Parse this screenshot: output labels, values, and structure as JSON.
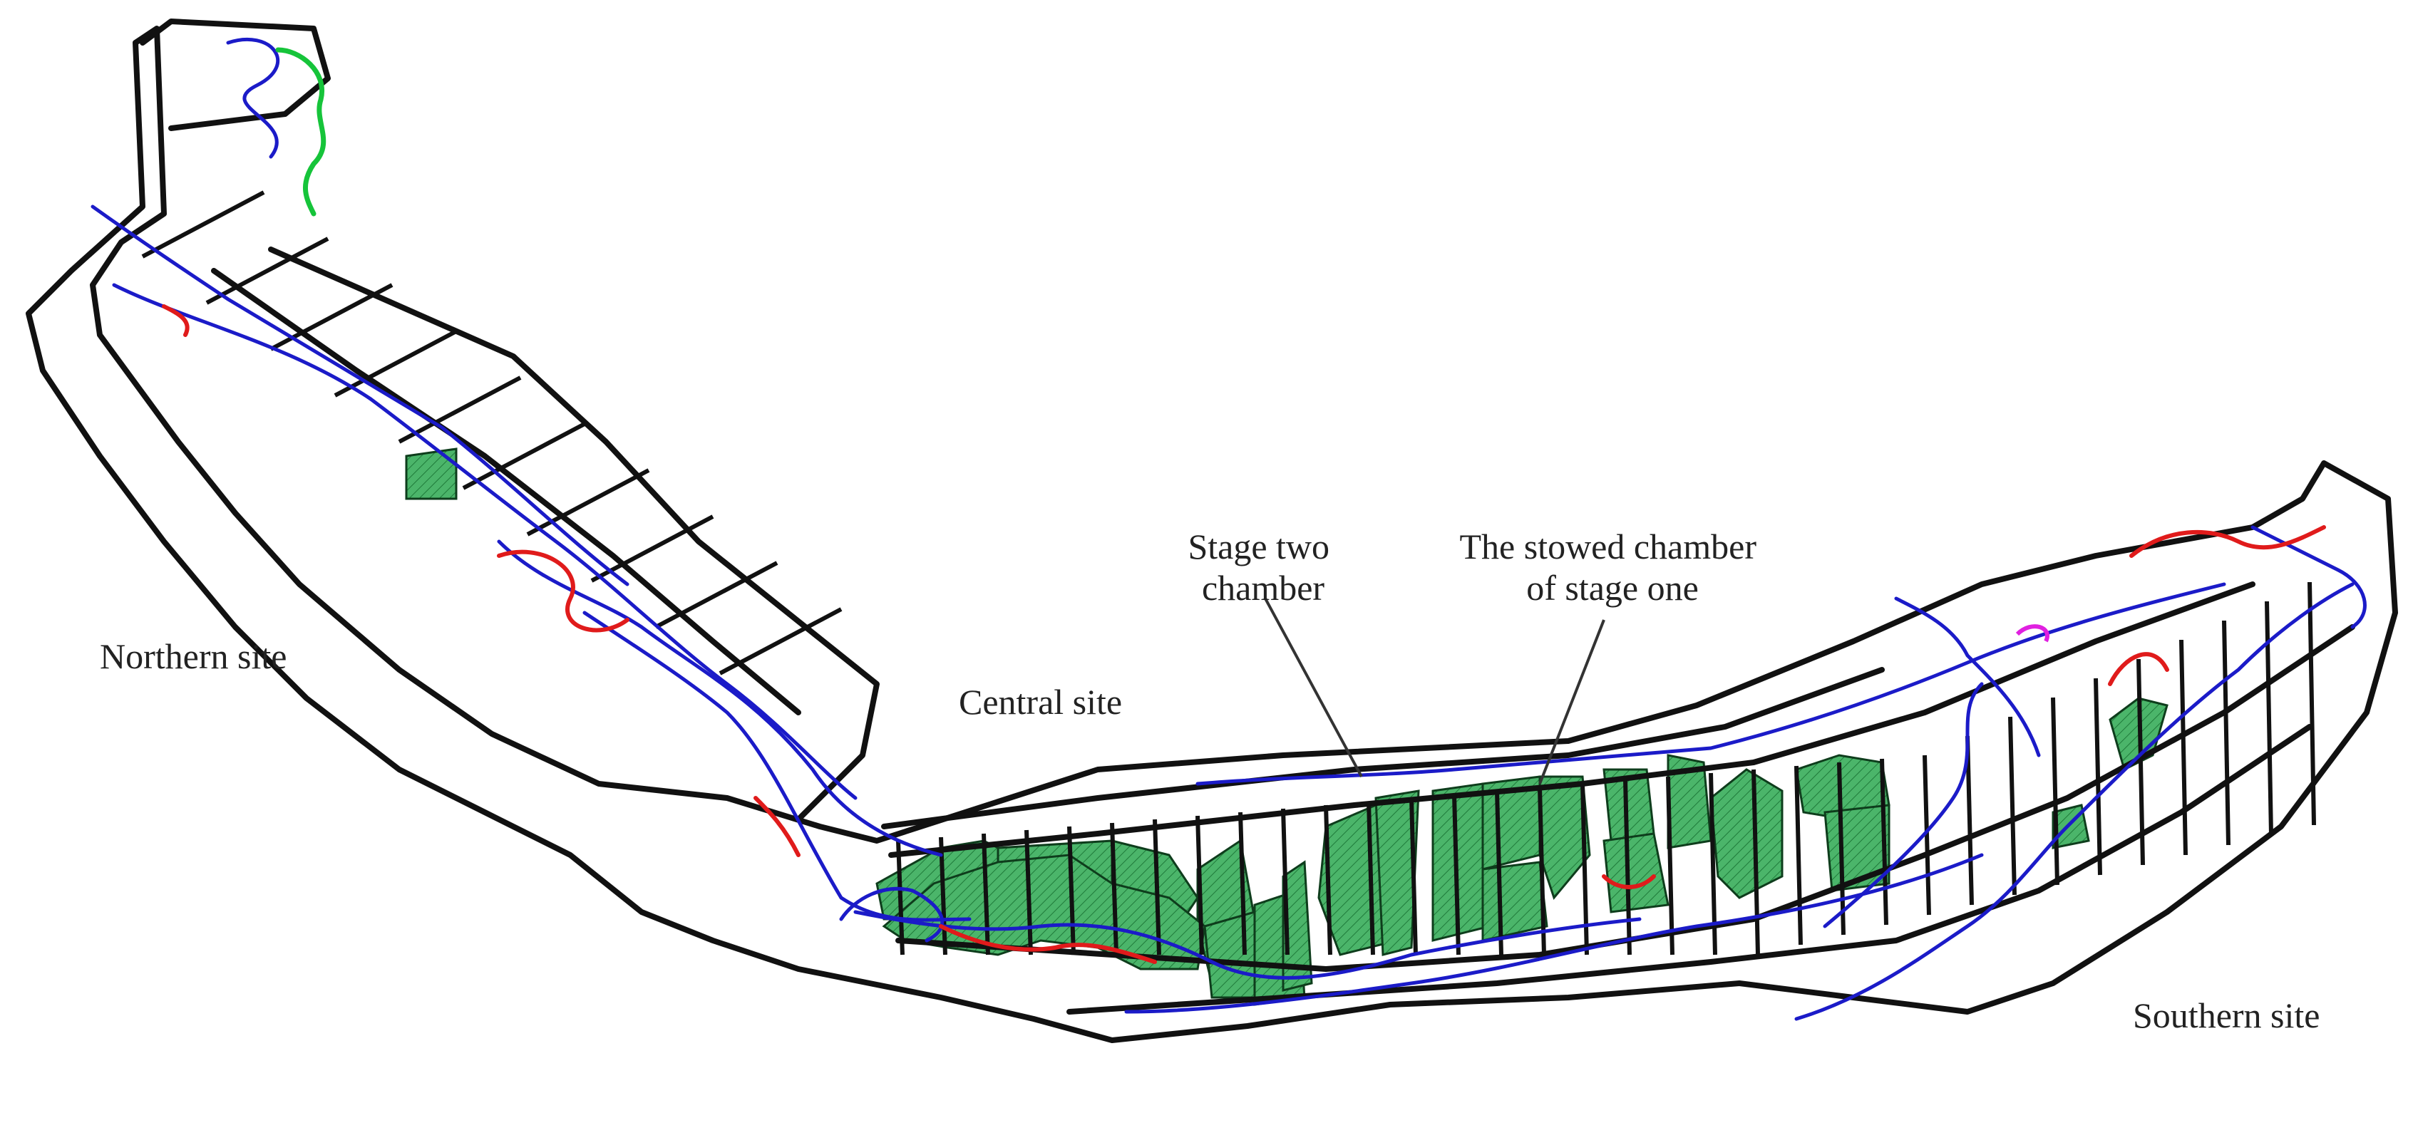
{
  "map": {
    "site_labels": {
      "northern": "Northern site",
      "central": "Central site",
      "southern": "Southern site"
    },
    "callouts": {
      "stage_two": [
        "Stage two",
        "chamber"
      ],
      "stowed": [
        "The stowed chamber",
        "of stage one"
      ]
    },
    "colors": {
      "background": "#ffffff",
      "tunnels": "#111111",
      "stowed_fill": "#3aa85c",
      "stowed_hatch": "#1f7a3a",
      "blue_lines": "#1b1bc8",
      "red_lines": "#e01b1b",
      "green_lines": "#16c43a",
      "magenta_lines": "#e020e0"
    }
  }
}
